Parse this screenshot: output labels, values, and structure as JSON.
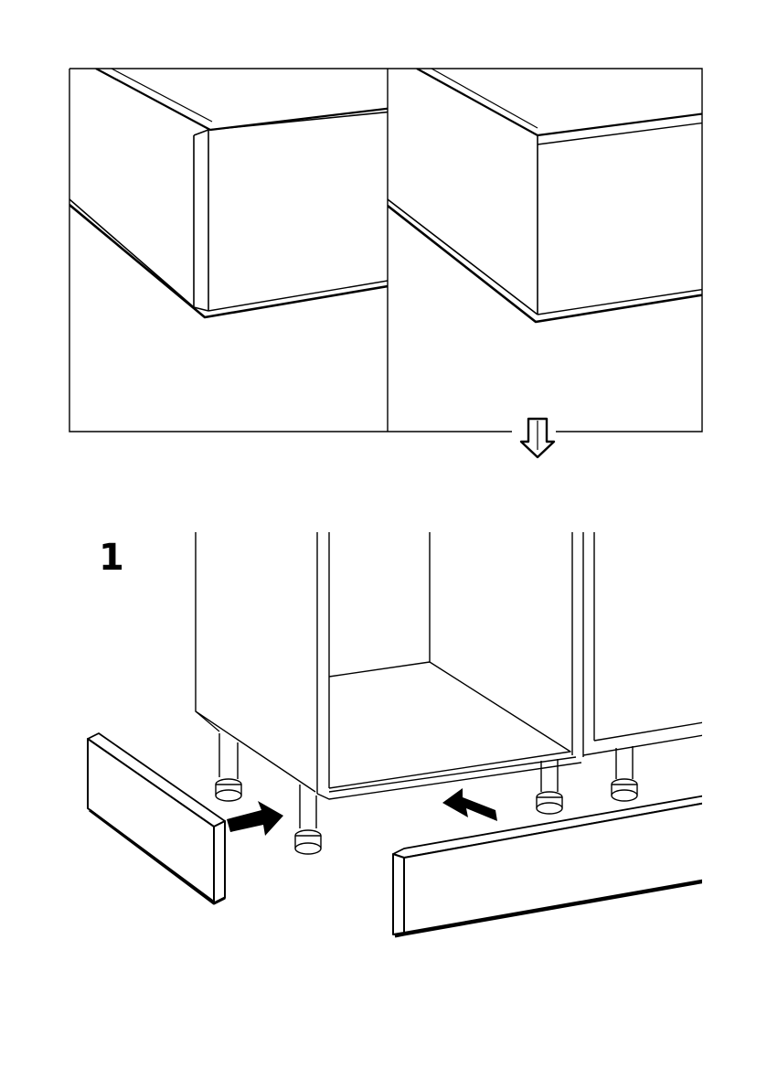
{
  "page": {
    "background": "#ffffff",
    "ink": "#000000"
  },
  "panels": [
    {
      "name": "plinth-corner-detail-mitred",
      "description_icon": "plinth-corner-icon"
    },
    {
      "name": "plinth-corner-detail-flush",
      "description_icon": "plinth-corner-icon"
    }
  ],
  "direction_arrow": {
    "icon": "arrow-down-icon"
  },
  "step": {
    "number": "1"
  },
  "push_arrows": {
    "icon": "push-arrow-icon",
    "count": 2
  }
}
